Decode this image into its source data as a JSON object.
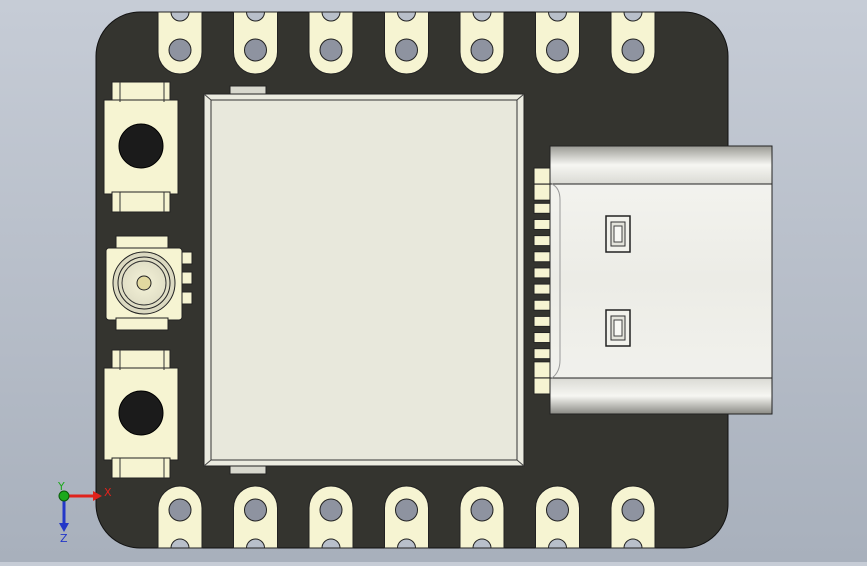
{
  "viewport": {
    "background_top": "#c6ccd6",
    "background_bottom": "#a8b0bc"
  },
  "model": {
    "pcb_color": "#34342f",
    "pad_color": "#f6f4d2",
    "shield_color": "#e9e9df",
    "usb_color": "#e6e6e0",
    "top_pad_count": 7,
    "bottom_pad_count": 7,
    "usb_contact_count": 14
  },
  "triad": {
    "x_label": "X",
    "y_label": "Y",
    "z_label": "Z",
    "x_color": "#e0231c",
    "y_color": "#1ca81c",
    "z_color": "#2337c8"
  }
}
